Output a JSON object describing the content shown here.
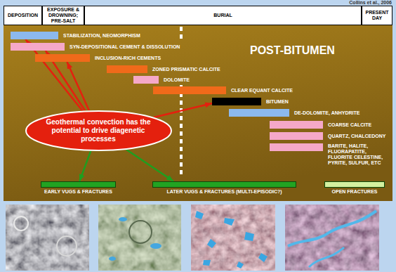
{
  "diagram": {
    "nodes": [
      {
        "text": [
          "DEPOSITION"
        ]
      },
      {
        "text": [
          "EXPOSURE & DROWNING; PRE-SALT"
        ]
      },
      {
        "text": [
          "BURIAL"
        ]
      },
      {
        "text": [
          "PRESENT DAY"
        ]
      },
      {
        "text": [
          "STABILIZATION, NEOMORPHISM"
        ]
      },
      {
        "text": [
          "SYN-DEPOSITIONAL CEMENT & DISSOLUTION"
        ]
      },
      {
        "text": [
          "INCLUSION-RICH CEMENTS"
        ]
      },
      {
        "text": [
          "ZONED PRISMATIC CALCITE"
        ]
      },
      {
        "text": [
          "DOLOMITE"
        ]
      },
      {
        "text": [
          "CLEAR EQUANT CALCITE"
        ]
      },
      {
        "text": [
          "BITUMEN"
        ]
      },
      {
        "text": [
          "DE-DOLOMITE, ANHYDRITE"
        ]
      },
      {
        "text": [
          "COARSE CALCITE"
        ]
      },
      {
        "text": [
          "QUARTZ, CHALCEDONY"
        ]
      },
      {
        "text": [
          "BARITE, HALITE, FLUORAPATITE, FLUORITE CELESTINE, PYRITE, SULFUR, ETC"
        ]
      },
      {
        "text": [
          "Geothermal convection has the potential to drive diagenetic processes"
        ]
      },
      {
        "text": [
          "EARLY VUGS & FRACTURES"
        ]
      },
      {
        "text": [
          "LATER VUGS & FRACTURES (MULTI-EPISODIC?)"
        ]
      },
      {
        "text": [
          "OPEN FRACTURES"
        ]
      }
    ],
    "edges": [
      {
        "from": 15,
        "to": 4,
        "arrow": "to"
      },
      {
        "from": 15,
        "to": 5,
        "arrow": "to"
      },
      {
        "from": 15,
        "to": 6,
        "arrow": "to"
      },
      {
        "from": 15,
        "to": 10,
        "arrow": "to"
      },
      {
        "from": 15,
        "to": 16,
        "arrow": "to"
      },
      {
        "from": 15,
        "to": 17,
        "arrow": "to"
      }
    ],
    "labels": [
      "Collins et al., 2006",
      "POST-BITUMEN"
    ]
  }
}
